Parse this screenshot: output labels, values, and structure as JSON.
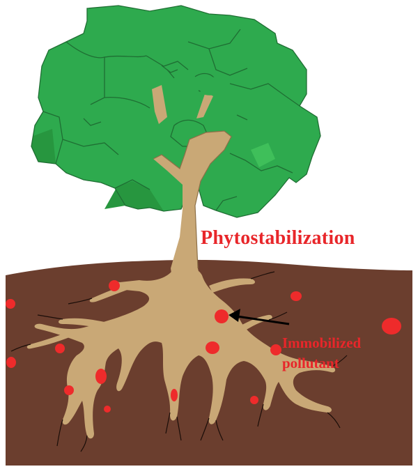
{
  "labels": {
    "process": "Phytostabilization",
    "pollutant_line1": "Immobilized",
    "pollutant_line2": "pollutant"
  },
  "colors": {
    "soil": "#6B3E2E",
    "root": "#C9A876",
    "trunk": "#C9A876",
    "canopy_main": "#2EAA4E",
    "canopy_dark": "#27963F",
    "canopy_light": "#3FBF5A",
    "pollutant": "#EE2B2B",
    "label": "#E8262A",
    "arrow": "#000000"
  },
  "icons": {
    "tree": "tree-canopy-icon",
    "pollutant": "pollutant-dot-icon",
    "arrow": "arrow-icon"
  }
}
